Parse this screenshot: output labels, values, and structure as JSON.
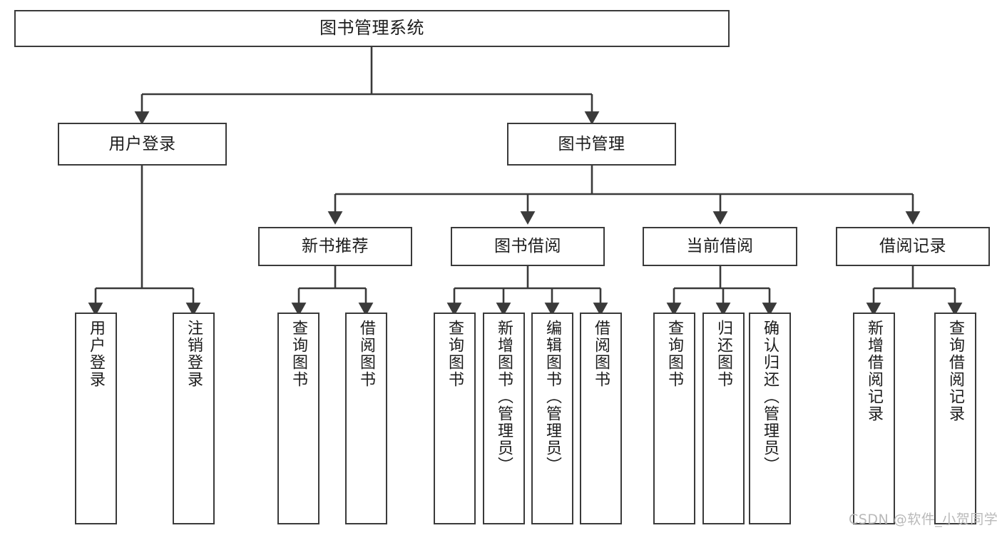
{
  "diagram": {
    "title": "图书管理系统",
    "type": "tree-hierarchy",
    "watermark": "CSDN @软件_小贺同学",
    "nodes": {
      "root": {
        "label": "图书管理系统"
      },
      "level2": [
        {
          "id": "user-login",
          "label": "用户登录"
        },
        {
          "id": "book-manage",
          "label": "图书管理"
        }
      ],
      "level3": [
        {
          "id": "new-book-rec",
          "label": "新书推荐"
        },
        {
          "id": "book-borrow",
          "label": "图书借阅"
        },
        {
          "id": "current-borrow",
          "label": "当前借阅"
        },
        {
          "id": "borrow-record",
          "label": "借阅记录"
        }
      ],
      "leaves": {
        "user_login": [
          {
            "id": "leaf-user-login",
            "label": "用户登录"
          },
          {
            "id": "leaf-logout",
            "label": "注销登录"
          }
        ],
        "new_book_rec": [
          {
            "id": "leaf-query-book-1",
            "label": "查询图书"
          },
          {
            "id": "leaf-borrow-book-1",
            "label": "借阅图书"
          }
        ],
        "book_borrow": [
          {
            "id": "leaf-query-book-2",
            "label": "查询图书"
          },
          {
            "id": "leaf-add-book",
            "label": "新增图书（管理员）"
          },
          {
            "id": "leaf-edit-book",
            "label": "编辑图书（管理员）"
          },
          {
            "id": "leaf-borrow-book-2",
            "label": "借阅图书"
          }
        ],
        "current_borrow": [
          {
            "id": "leaf-query-book-3",
            "label": "查询图书"
          },
          {
            "id": "leaf-return-book",
            "label": "归还图书"
          },
          {
            "id": "leaf-confirm-return",
            "label": "确认归还（管理员）"
          }
        ],
        "borrow_record": [
          {
            "id": "leaf-add-record",
            "label": "新增借阅记录"
          },
          {
            "id": "leaf-query-record",
            "label": "查询借阅记录"
          }
        ]
      }
    },
    "colors": {
      "border": "#3a3a3a",
      "text": "#1c1c1c",
      "background": "#ffffff",
      "watermark": "#b9b9b9"
    }
  }
}
